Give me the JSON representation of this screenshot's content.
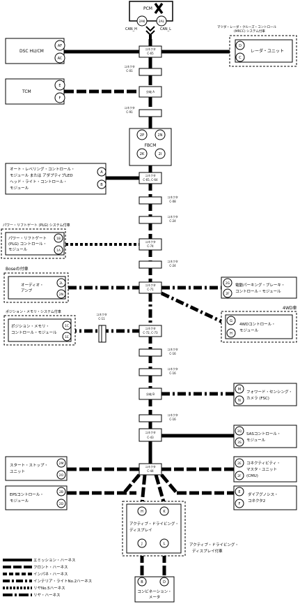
{
  "pcm": {
    "title": "PCM",
    "pin_2ak": "2AK",
    "pin_2al": "2AL",
    "can_h": "CAN_H",
    "can_l": "CAN_L"
  },
  "connector_word": "コネクタ",
  "connectors": {
    "c65": "C-65",
    "c01": "C-01",
    "c91": "C-91",
    "c65_64": "C-65, C-64",
    "c08": "C-08",
    "c24a": "C-24",
    "c74": "C-74",
    "c24b": "C-24",
    "c71": "C-71",
    "c72_73": "C-72, C-73",
    "c16a": "C-16",
    "c16b": "C-16",
    "c16c": "C-16",
    "c43": "C-43",
    "c44": "C-44",
    "c11": "C-11"
  },
  "splits": {
    "a": "分岐 A",
    "b": "分岐 B"
  },
  "modules": {
    "dsc": {
      "label": "DSC HU/CM",
      "p1": "AF",
      "p2": "AC"
    },
    "mrcc_note": [
      "マツダ・レーダ・クルーズ・コントロール",
      "(MRCC) システム付車"
    ],
    "radar": {
      "label": "レーダ・ユニット",
      "p1": "D",
      "p2": "C"
    },
    "tcm": {
      "label": "TCM",
      "p1": "E",
      "p2": "F"
    },
    "fbcm": {
      "label": "FBCM",
      "p1": "2P",
      "p2": "2N",
      "p3": "2K",
      "p4": "2I"
    },
    "leveling": {
      "lines": [
        "オート・レベリング・コントロール・",
        "モジュール または アダプティブLED",
        "ヘッド・ライト・コントロール・",
        "モジュール"
      ],
      "p1": "A",
      "p2": "B"
    },
    "plg_note": "パワー・リフトゲート (PLG) システム付車",
    "plg": {
      "lines": [
        "パワー・リフトゲート",
        "(PLG) コントロール・",
        "モジュール"
      ],
      "p1": "1B",
      "p2": "1A"
    },
    "bose_note": "Boseの付車",
    "audio": {
      "lines": [
        "オーディオ・",
        "アンプ"
      ],
      "p1": "2L",
      "p2": "2N"
    },
    "epb": {
      "lines": [
        "電動パーキング・ブレーキ・",
        "コントロール・モジュール"
      ],
      "p1": "2G",
      "p2": "2F"
    },
    "fourwd_note": "4WD車",
    "fourwd": {
      "lines": [
        "4WDコントロール・",
        "モジュール"
      ],
      "p1": "G",
      "p2": "H"
    },
    "memory_note": "ポジション・メモリ・システム付車",
    "memory": {
      "lines": [
        "ポジション・メモリ・",
        "コントロール・モジュール"
      ],
      "p1": "1C",
      "p2": "1E"
    },
    "fsc": {
      "lines": [
        "フォワード・センシング・",
        "カメラ (FSC)"
      ],
      "p1": "M",
      "p2": "N"
    },
    "sas": {
      "lines": [
        "SASコントロール・",
        "モジュール"
      ],
      "p1": "3Q",
      "p2": "3S"
    },
    "startstop": {
      "lines": [
        "スタート・ストップ・",
        "ユニット"
      ],
      "p1": "2M",
      "p2": "2O"
    },
    "cmu": {
      "lines": [
        "コネクティビティ・",
        "マスタ・ユニット",
        "(CMU)"
      ],
      "p1": "2E",
      "p2": "2F"
    },
    "eps": {
      "lines": [
        "EPSコントロール・",
        "モジュール"
      ],
      "p1": "2B",
      "p2": "2D"
    },
    "diag": {
      "lines": [
        "ダイアグノシス・",
        "コネクタ2"
      ],
      "p1": "E",
      "p2": "F"
    },
    "adisplay": {
      "lines": [
        "アクティブ・ドライビング・",
        "ディスプレイ"
      ],
      "p1": "H",
      "p2": "K",
      "p3": "J",
      "p4": "L"
    },
    "adisplay_note": [
      "アクティブ・ドライビング・",
      "ディスプレイ付車"
    ],
    "cluster": {
      "lines": [
        "コンビネーション・",
        "メータ"
      ],
      "p1": "B",
      "p2": "D"
    }
  },
  "legend": [
    {
      "label": "エミッション・ハーネス",
      "style": "emission"
    },
    {
      "label": "フロント・ハーネス",
      "style": "front"
    },
    {
      "label": "インパネ・ハーネス",
      "style": "dash"
    },
    {
      "label": "インテリア・ライトNo.2ハーネス",
      "style": "interior"
    },
    {
      "label": "リヤNo.5ハーネス",
      "style": "rear5"
    },
    {
      "label": "リヤ・ハーネス",
      "style": "rear"
    }
  ],
  "colors": {
    "line": "#000000",
    "background": "#ffffff"
  }
}
